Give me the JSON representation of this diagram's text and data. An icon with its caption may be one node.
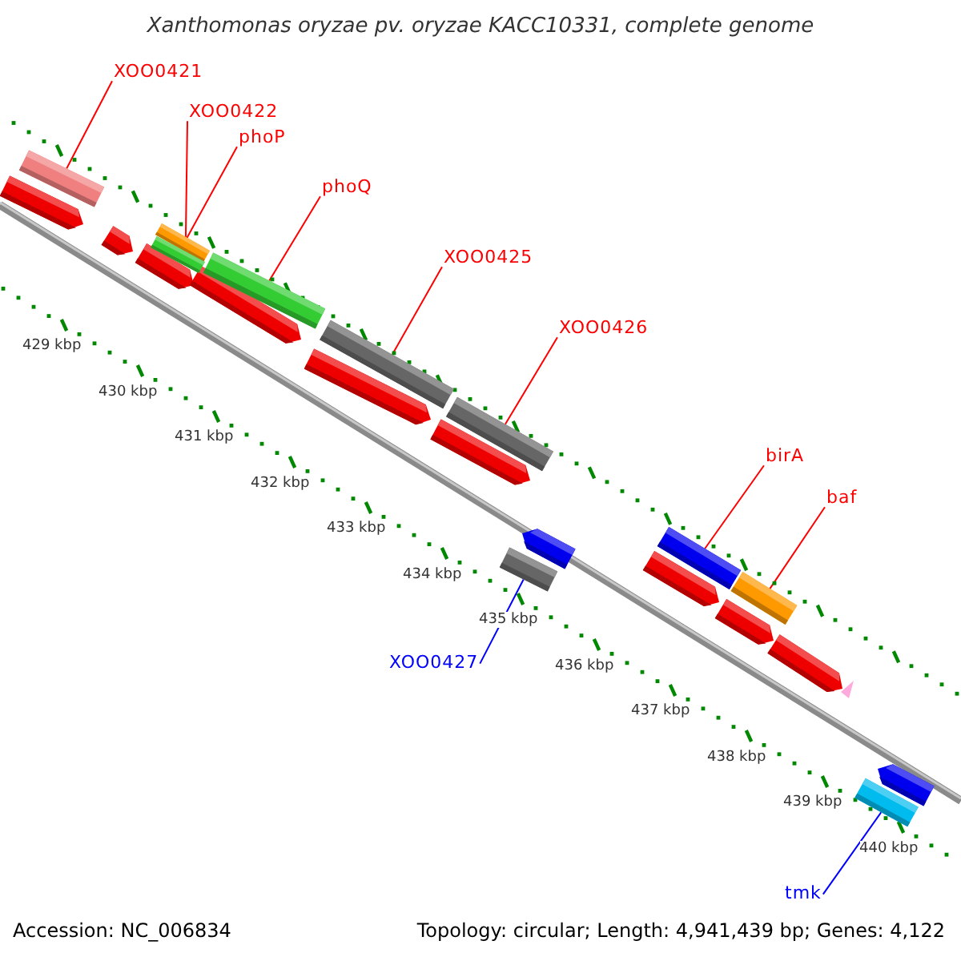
{
  "diagram": {
    "title": "Xanthomonas oryzae pv. oryzae KACC10331, complete genome",
    "nodes": [
      {
        "text": [
          "XOO0421"
        ]
      },
      {
        "text": [
          "XOO0422"
        ]
      },
      {
        "text": [
          "phoP"
        ]
      },
      {
        "text": [
          "phoQ"
        ]
      },
      {
        "text": [
          "XOO0425"
        ]
      },
      {
        "text": [
          "XOO0426"
        ]
      },
      {
        "text": [
          "birA"
        ]
      },
      {
        "text": [
          "baf"
        ]
      },
      {
        "text": [
          "XOO0427"
        ]
      },
      {
        "text": [
          "tmk"
        ]
      },
      {
        "text": [],
        "shape": "bar"
      },
      {
        "text": [],
        "shape": "bar"
      },
      {
        "text": [],
        "shape": "bar"
      },
      {
        "text": [],
        "shape": "bar"
      },
      {
        "text": [],
        "shape": "bar"
      },
      {
        "text": [],
        "shape": "bar"
      },
      {
        "text": [],
        "shape": "bar"
      },
      {
        "text": [],
        "shape": "bar"
      },
      {
        "text": [],
        "shape": "bar"
      },
      {
        "text": [],
        "shape": "bar"
      }
    ],
    "edges": [
      {
        "from": 0,
        "to": 10,
        "arrow": "none"
      },
      {
        "from": 1,
        "to": 11,
        "arrow": "none"
      },
      {
        "from": 2,
        "to": 12,
        "arrow": "none"
      },
      {
        "from": 3,
        "to": 13,
        "arrow": "none"
      },
      {
        "from": 4,
        "to": 14,
        "arrow": "none"
      },
      {
        "from": 5,
        "to": 15,
        "arrow": "none"
      },
      {
        "from": 6,
        "to": 16,
        "arrow": "none"
      },
      {
        "from": 7,
        "to": 17,
        "arrow": "none"
      },
      {
        "from": 8,
        "to": 18,
        "arrow": "none",
        "color": "#0000ff"
      },
      {
        "from": 9,
        "to": 19,
        "arrow": "none",
        "color": "#0000ff"
      }
    ],
    "labels": [
      "429 kbp",
      "430 kbp",
      "431 kbp",
      "432 kbp",
      "433 kbp",
      "434 kbp",
      "435 kbp",
      "436 kbp",
      "437 kbp",
      "438 kbp",
      "439 kbp",
      "440 kbp",
      "Accession: NC_006834",
      "Topology: circular; Length: 4,941,439 bp; Genes: 4,122"
    ]
  }
}
